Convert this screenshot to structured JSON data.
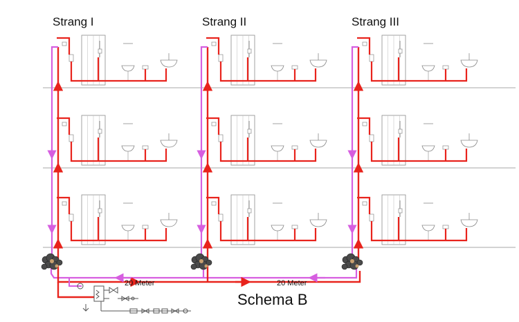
{
  "diagram": {
    "title": "Schema B",
    "strangs": [
      {
        "label": "Strang I"
      },
      {
        "label": "Strang II"
      },
      {
        "label": "Strang III"
      }
    ],
    "floors": 3,
    "distance_labels": [
      "20 Meter",
      "20 Meter"
    ],
    "colors": {
      "supply": "#e8231c",
      "circulation": "#d65ee0",
      "floor_line": "#b9b9b9",
      "fixture": "#8a8a8a"
    }
  }
}
